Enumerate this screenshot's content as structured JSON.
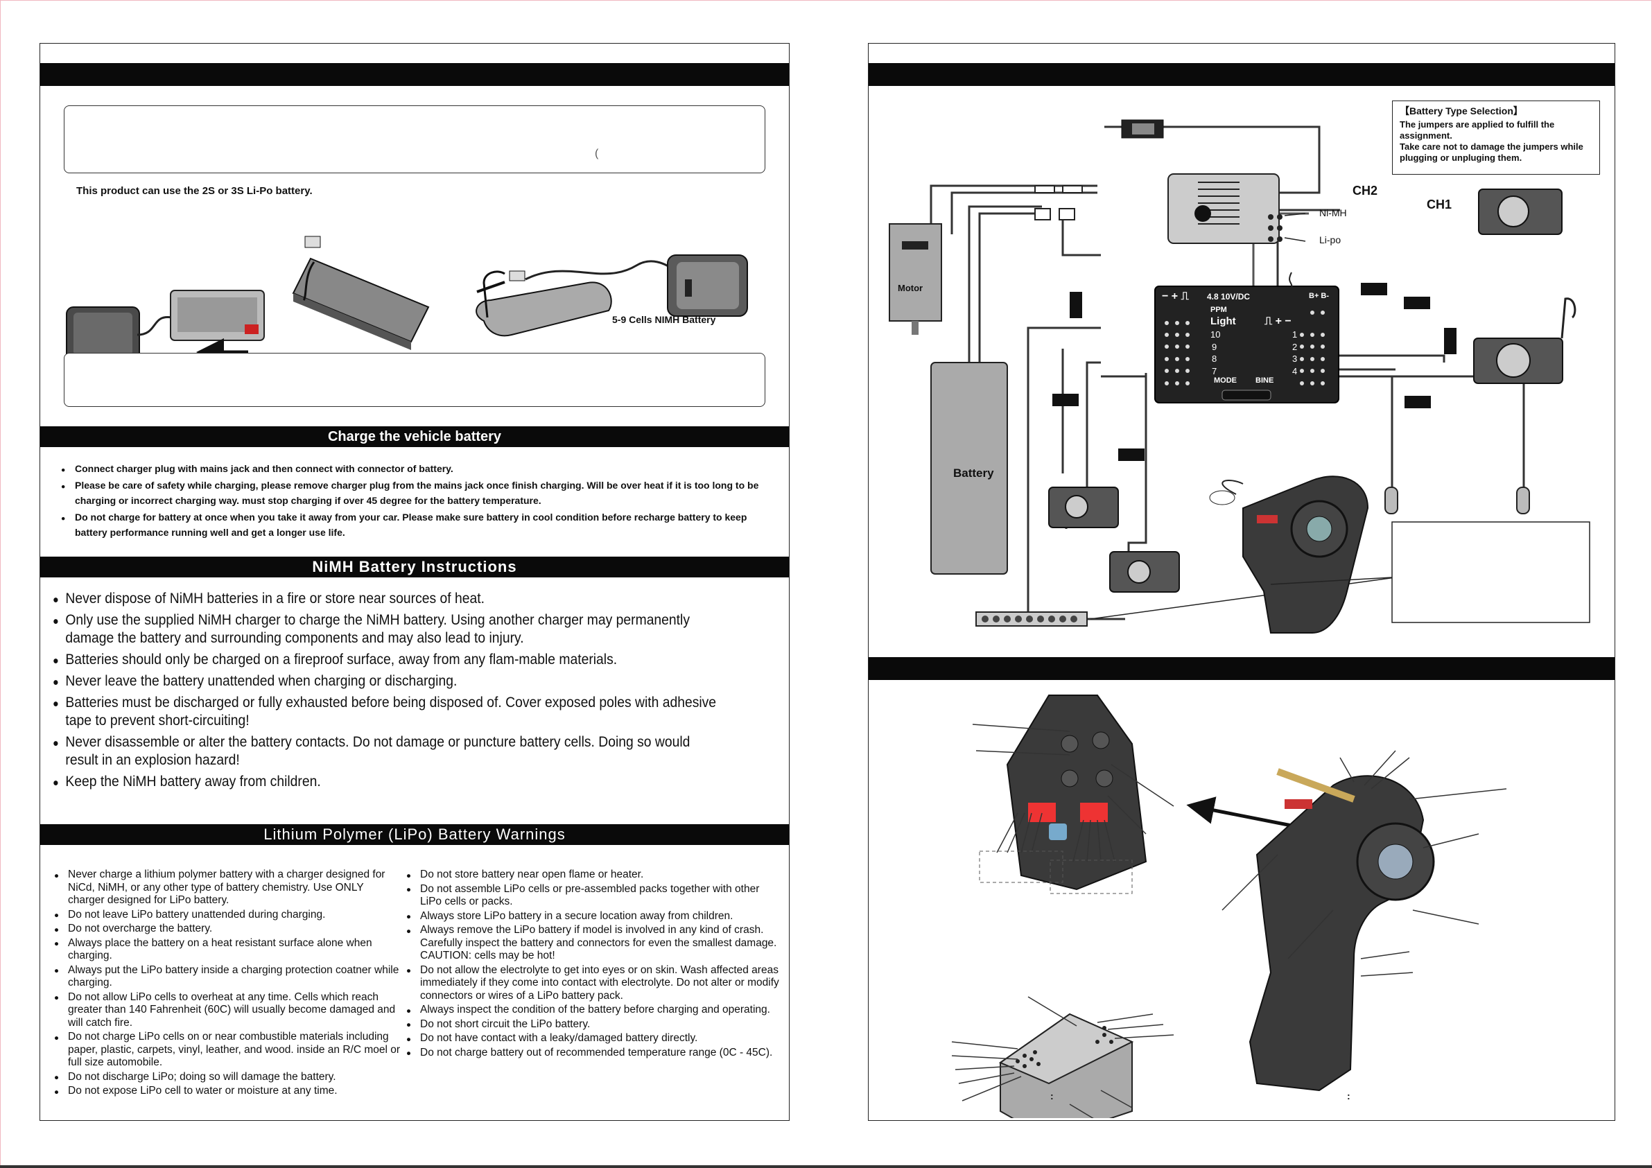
{
  "page": {
    "left_panel": {
      "header_bar_title": "",
      "battery_note": "This product can use the 2S or 3S Li-Po battery.",
      "nimh_caption": "5-9 Cells NIMH Battery",
      "charge_section": {
        "title": "Charge the vehicle battery",
        "items": [
          "Connect charger plug with mains jack and then connect with connector of battery.",
          "Please be care of safety while charging, please remove charger plug from the mains jack once finish charging. Will be over heat if it is too long to be charging or incorrect charging way. must stop charging if over 45 degree for the battery temperature.",
          "Do not charge for battery at once when you take it away from your car. Please make sure battery in cool condition before recharge battery to keep battery performance running well and get a longer use life."
        ]
      },
      "nimh_section": {
        "title": "NiMH Battery Instructions",
        "items": [
          "Never dispose of NiMH batteries in a fire or store near sources of heat.",
          "Only use the supplied NiMH charger to charge the NiMH battery. Using another charger may permanently damage the battery and surrounding components and may also lead to injury.",
          "Batteries should only be charged on a fireproof surface, away from any flam-mable materials.",
          "Never leave the battery unattended when charging or discharging.",
          "Batteries must be discharged or fully exhausted before being disposed of. Cover exposed poles with adhesive tape to prevent short-circuiting!",
          "Never disassemble or alter the battery contacts. Do not damage or puncture battery cells. Doing so would result in an explosion hazard!",
          "Keep the NiMH battery away from children."
        ]
      },
      "lipo_section": {
        "title": "Lithium Polymer (LiPo) Battery Warnings",
        "left_items": [
          "Never charge a lithium polymer battery with a charger designed for NiCd, NiMH, or any other type of battery chemistry. Use ONLY charger designed for LiPo battery.",
          "Do not leave LiPo battery unattended during charging.",
          "Do not overcharge the battery.",
          "Always place the battery on a heat resistant surface alone when charging.",
          "Always put the LiPo battery inside a charging protection coatner while charging.",
          "Do not allow LiPo cells to overheat at any time. Cells which reach greater than 140 Fahrenheit (60C) will usually become damaged and will catch fire.",
          "Do not charge LiPo cells on or near combustible materials including paper, plastic, carpets, vinyl, leather, and wood. inside an R/C moel or full size automobile.",
          "Do not discharge LiPo; doing so will damage the battery.",
          "Do not expose LiPo cell to water or moisture at any time."
        ],
        "right_items": [
          "Do not store battery near open flame or heater.",
          "Do not assemble LiPo cells or pre-assembled packs together with other LiPo cells or packs.",
          "Always store LiPo battery in a secure location away from children.",
          "Always remove the LiPo battery if model is involved in any kind of crash. Carefully inspect the battery and connectors for even the smallest damage. CAUTION: cells may be hot!",
          "Do not allow the electrolyte to get into eyes or on skin. Wash affected areas immediately if they come into contact with electrolyte. Do not alter or modify connectors or wires of a LiPo battery pack.",
          "Always inspect the condition of the battery before charging and operating.",
          "Do not short circuit the LiPo battery.",
          "Do not have contact with a leaky/damaged battery directly.",
          "Do not charge battery out of recommended temperature range (0C - 45C)."
        ]
      }
    },
    "right_panel": {
      "battery_type_box": {
        "title": "【Battery Type Selection】",
        "lines": [
          "The jumpers are applied to fulfill the assignment.",
          "Take care not to damage the jumpers while plugging or unpluging them."
        ]
      },
      "labels": {
        "ch2": "CH2",
        "ch1": "CH1",
        "nimh": "Ni-MH",
        "lipo": "Li-po",
        "motor": "Motor",
        "battery": "Battery",
        "voltage": "4.8 10V/DC",
        "bplus": "B+ B-",
        "ppm": "PPM",
        "light": "Light",
        "ch10": "10",
        "ch9": "9",
        "ch8": "8",
        "ch7": "7",
        "ch1n": "1",
        "ch2n": "2",
        "ch3n": "3",
        "ch4n": "4",
        "mode": "MODE",
        "bine": "BINE",
        "sym_left": "− + ⎍",
        "sym_right": "⎍ + −"
      },
      "caption_left": ":",
      "caption_right": ":"
    }
  }
}
